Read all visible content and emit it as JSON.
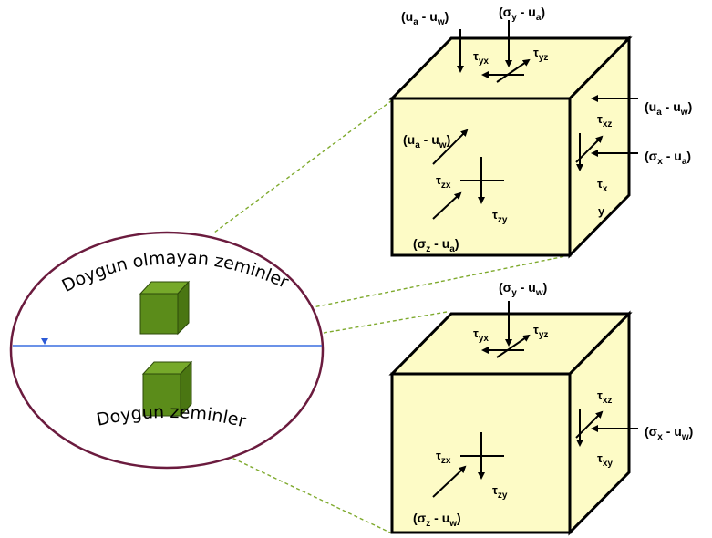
{
  "ellipse": {
    "label_unsaturated": "Doygun olmayan zeminler",
    "label_saturated": "Doygun zeminler"
  },
  "top_cube": {
    "top_labels": [
      "u",
      "a",
      "u",
      "w",
      "σ",
      "y",
      "u",
      "a"
    ],
    "tau_yx": [
      "τ",
      "yx"
    ],
    "tau_yz": [
      "τ",
      "yz"
    ],
    "right_label_1": [
      "(u",
      "a",
      " - u",
      "w",
      ")"
    ],
    "right_label_2": [
      "(σ",
      "x",
      " - u",
      "a",
      ")"
    ],
    "tau_xz": [
      "τ",
      "xz"
    ],
    "tau_x": [
      "τ",
      "x"
    ],
    "y_label": "y",
    "front_label_1": [
      "(u",
      "a",
      " - u",
      "w",
      ")"
    ],
    "tau_zx": [
      "τ",
      "zx"
    ],
    "tau_zy": [
      "τ",
      "zy"
    ],
    "bottom_label": [
      "(σ",
      "z",
      " - u",
      "a",
      ")"
    ]
  },
  "bottom_cube": {
    "top_label": [
      "(σ",
      "y",
      " - u",
      "w",
      ")"
    ],
    "tau_yx": [
      "τ",
      "yx"
    ],
    "tau_yz": [
      "τ",
      "yz"
    ],
    "tau_xz": [
      "τ",
      "xz"
    ],
    "tau_xy": [
      "τ",
      "xy"
    ],
    "right_label": [
      "(σ",
      "x",
      " - u",
      "w",
      ")"
    ],
    "tau_zx": [
      "τ",
      "zx"
    ],
    "tau_zy": [
      "τ",
      "zy"
    ],
    "bottom_label": [
      "(σ",
      "z",
      " - u",
      "w",
      ")"
    ]
  },
  "colors": {
    "cube_face": "#fdfbc6",
    "soil_cube": "#5b8c1a",
    "ellipse_stroke": "#6b1b3e",
    "water_line": "#3a6fe0",
    "dashed_link": "#7faa2e"
  }
}
